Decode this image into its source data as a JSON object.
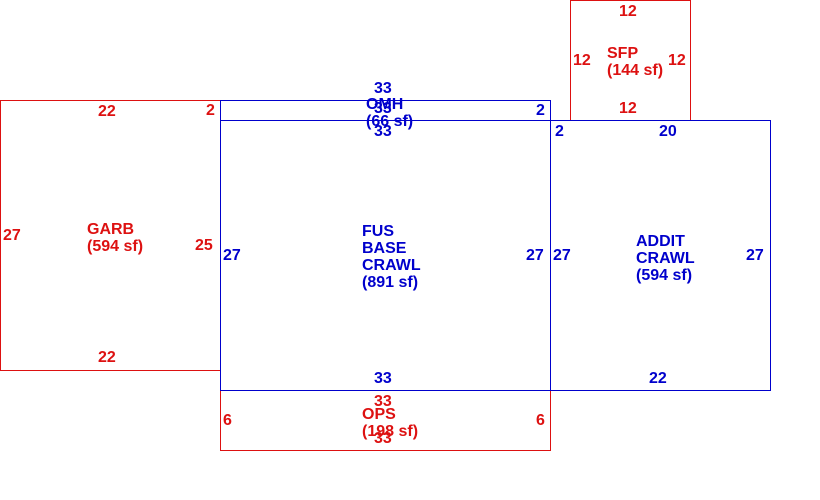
{
  "colors": {
    "blue": "#0000cc",
    "red": "#dd1111"
  },
  "areas": {
    "garb": {
      "name": "GARB",
      "size": "(594 sf)"
    },
    "omh": {
      "name": "OMH",
      "size": "(66 sf)"
    },
    "sfp": {
      "name": "SFP",
      "size": "(144 sf)"
    },
    "fus": {
      "line1": "FUS",
      "line2": "BASE",
      "line3": "CRAWL",
      "size": "(891 sf)"
    },
    "addit": {
      "line1": "ADDIT",
      "line2": "CRAWL",
      "size": "(594 sf)"
    },
    "ops": {
      "name": "OPS",
      "size": "(198 sf)"
    }
  },
  "dims": {
    "garb_top": "22",
    "garb_bottom": "22",
    "garb_left": "27",
    "garb_right": "25",
    "garb_gap": "2",
    "omh_top": "33",
    "omh_bottom": "33",
    "omh_bottom_overlap": "33",
    "omh_right": "2",
    "sfp_top": "12",
    "sfp_bottom": "12",
    "sfp_left": "12",
    "sfp_right": "12",
    "fus_left": "27",
    "fus_right": "27",
    "fus_bottom": "33",
    "addit_left": "27",
    "addit_right": "27",
    "addit_top": "20",
    "addit_gap": "2",
    "addit_bottom": "22",
    "ops_left": "6",
    "ops_right": "6",
    "ops_top": "33",
    "ops_bottom": "33"
  }
}
